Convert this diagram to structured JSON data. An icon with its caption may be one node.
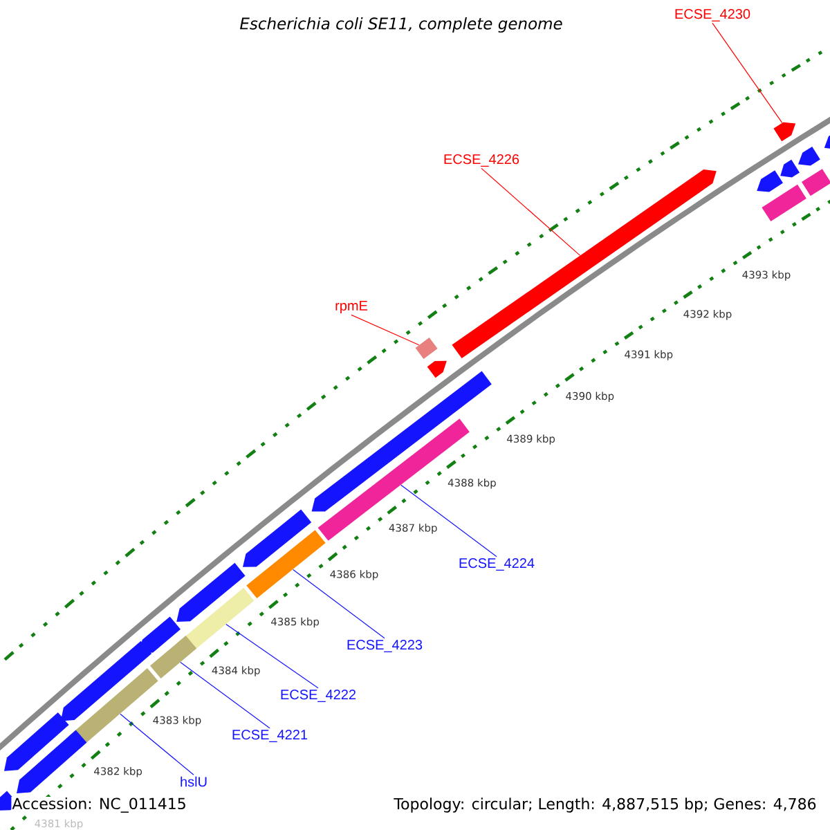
{
  "diagram": {
    "title": "Escherichia coli SE11, complete genome",
    "nodes": [
      {
        "text": [
          "ECSE_4230"
        ]
      },
      {
        "text": [],
        "shape": "pentagon"
      },
      {
        "text": [],
        "shape": "pentagon"
      },
      {
        "text": [],
        "shape": "pentagon"
      },
      {
        "text": [],
        "shape": "pentagon"
      },
      {
        "text": [],
        "shape": "pentagon"
      },
      {
        "text": [],
        "shape": "bar"
      },
      {
        "text": [],
        "shape": "bar"
      },
      {
        "text": [
          "ECSE_4226"
        ]
      },
      {
        "text": [],
        "shape": "pentagon"
      },
      {
        "text": [
          "rpmE"
        ]
      },
      {
        "text": [],
        "shape": "box"
      },
      {
        "text": [],
        "shape": "pentagon"
      },
      {
        "text": [],
        "shape": "pentagon"
      },
      {
        "text": [
          "ECSE_4224"
        ]
      },
      {
        "text": [],
        "shape": "bar"
      },
      {
        "text": [],
        "shape": "pentagon"
      },
      {
        "text": [
          "ECSE_4223"
        ]
      },
      {
        "text": [],
        "shape": "bar"
      },
      {
        "text": [],
        "shape": "pentagon"
      },
      {
        "text": [
          "ECSE_4222"
        ]
      },
      {
        "text": [],
        "shape": "bar"
      },
      {
        "text": [],
        "shape": "pentagon"
      },
      {
        "text": [
          "ECSE_4221"
        ]
      },
      {
        "text": [],
        "shape": "bar"
      },
      {
        "text": [],
        "shape": "pentagon"
      },
      {
        "text": [
          "hslU"
        ]
      },
      {
        "text": [],
        "shape": "bar"
      },
      {
        "text": [],
        "shape": "pentagon"
      },
      {
        "text": [],
        "shape": "pentagon"
      },
      {
        "text": [],
        "shape": "pentagon"
      }
    ],
    "edges": [
      {
        "from": 0,
        "to": 1,
        "arrow": "none",
        "color": "#ff0000"
      },
      {
        "from": 8,
        "to": 9,
        "arrow": "none",
        "color": "#ff0000"
      },
      {
        "from": 10,
        "to": 11,
        "arrow": "none",
        "color": "#ff0000"
      },
      {
        "from": 14,
        "to": 15,
        "arrow": "none"
      },
      {
        "from": 17,
        "to": 18,
        "arrow": "none"
      },
      {
        "from": 20,
        "to": 21,
        "arrow": "none"
      },
      {
        "from": 23,
        "to": 24,
        "arrow": "none"
      },
      {
        "from": 26,
        "to": 27,
        "arrow": "none"
      }
    ],
    "labels": [
      "4393 kbp",
      "4392 kbp",
      "4391 kbp",
      "4390 kbp",
      "4389 kbp",
      "4388 kbp",
      "4387 kbp",
      "4386 kbp",
      "4385 kbp",
      "4384 kbp",
      "4383 kbp",
      "4382 kbp",
      "4381 kbp",
      "Accession: NC_011415",
      "Topology: circular; Length: 4,887,515 bp; Genes: 4,786"
    ]
  }
}
